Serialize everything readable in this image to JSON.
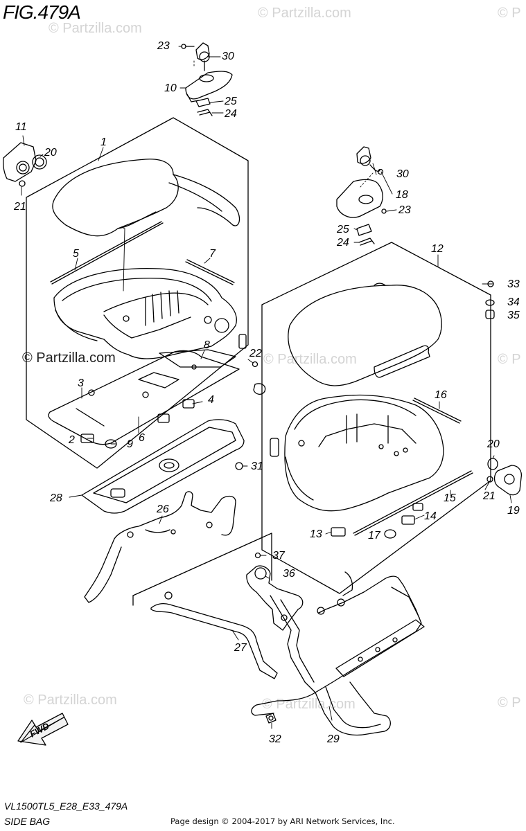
{
  "figure": {
    "title": "FIG.479A",
    "model_code": "VL1500TL5_E28_E33_479A",
    "section_name": "SIDE BAG",
    "footer_copyright": "Page design © 2004-2017 by ARI Network Services, Inc.",
    "direction_label": "FWD"
  },
  "watermarks": {
    "brand": "© Partzilla.com",
    "brand_short": "© P"
  },
  "callouts": {
    "c1": "1",
    "c2": "2",
    "c3": "3",
    "c4": "4",
    "c5": "5",
    "c6": "6",
    "c7": "7",
    "c8": "8",
    "c9": "9",
    "c10": "10",
    "c11": "11",
    "c12": "12",
    "c13": "13",
    "c14": "14",
    "c15": "15",
    "c16": "16",
    "c17": "17",
    "c18": "18",
    "c19": "19",
    "c20": "20",
    "c21": "21",
    "c22": "22",
    "c23": "23",
    "c24": "24",
    "c25": "25",
    "c26": "26",
    "c27": "27",
    "c28": "28",
    "c29": "29",
    "c30": "30",
    "c31": "31",
    "c32": "32",
    "c33": "33",
    "c34": "34",
    "c35": "35",
    "c36": "36",
    "c37": "37"
  },
  "colors": {
    "line": "#000000",
    "watermark": "#d4d4d4",
    "background": "#ffffff"
  }
}
